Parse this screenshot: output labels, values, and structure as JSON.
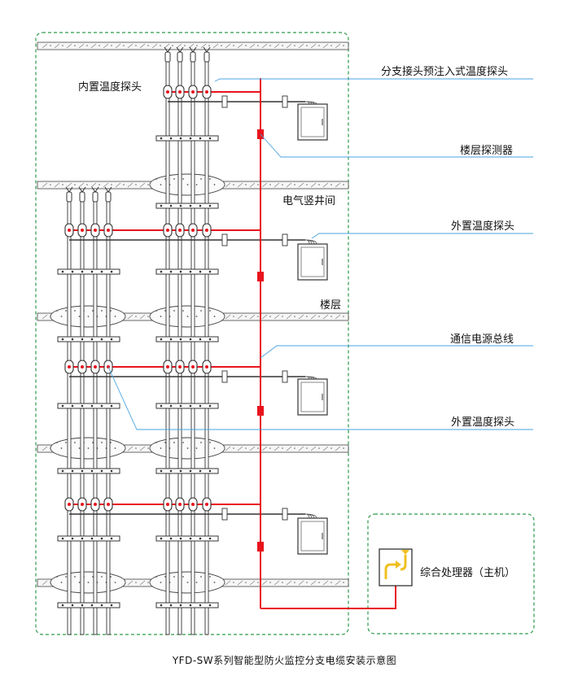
{
  "labels": {
    "built_in_probe": "内置温度探头",
    "branch_joint_probe": "分支接头预注入式温度探头",
    "floor_detector": "楼层探测器",
    "shaft": "电气竖井间",
    "external_probe_1": "外置温度探头",
    "floor": "楼层",
    "comm_bus": "通信电源总线",
    "external_probe_2": "外置温度探头",
    "host": "综合处理器（主机）"
  },
  "caption": "YFD-SW系列智能型防火监控分支电缆安装示意图",
  "colors": {
    "frame_dashed": "#2e9a4a",
    "bus_red": "#e8141c",
    "cable": "#333333",
    "host_arrow": "#f0c020",
    "background": "#ffffff"
  },
  "structure": {
    "floor_count": 5,
    "riser_groups": 2,
    "cables_per_group": 4,
    "distribution_boxes": 4
  }
}
